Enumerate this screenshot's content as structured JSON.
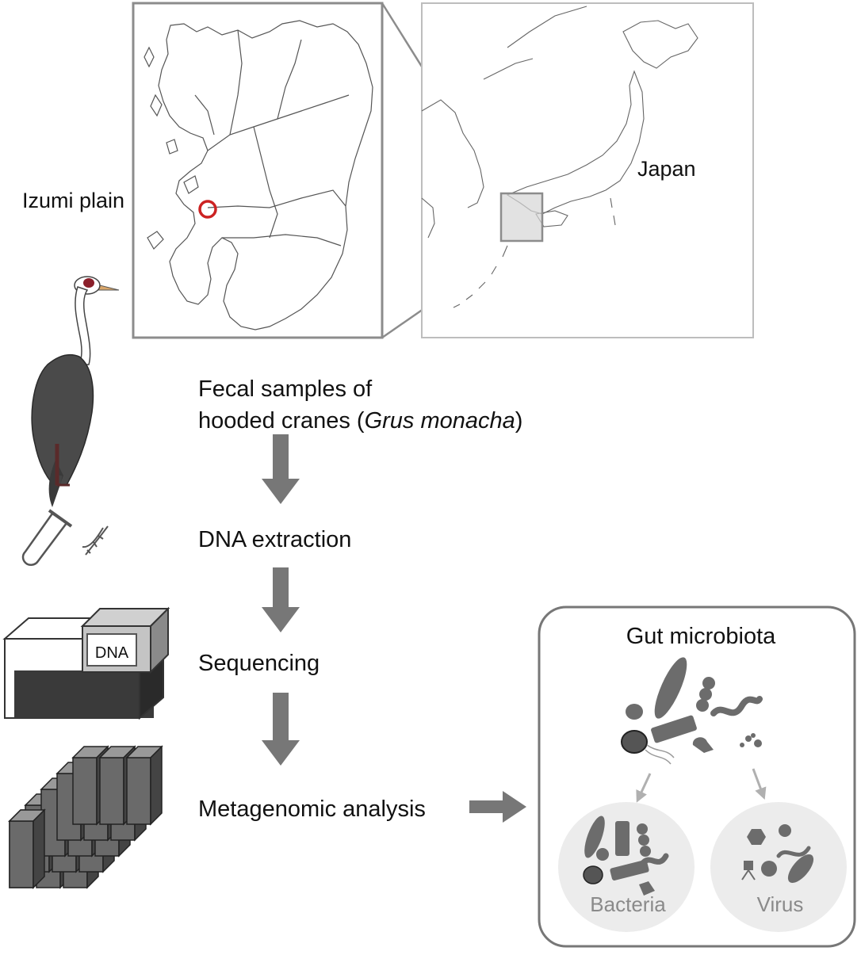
{
  "maps": {
    "inset_label": "Izumi plain",
    "country_label": "Japan"
  },
  "steps": [
    {
      "label": "Fecal samples of"
    },
    {
      "label_prefix": "hooded cranes (",
      "label_italic": "Grus monacha",
      "label_suffix": ")"
    },
    {
      "label": "DNA extraction"
    },
    {
      "label": "Sequencing"
    },
    {
      "label": "Metagenomic analysis"
    }
  ],
  "sequencer": {
    "screen_label": "DNA"
  },
  "microbiota": {
    "title": "Gut microbiota",
    "groups": [
      "Bacteria",
      "Virus"
    ]
  },
  "colors": {
    "arrow": "#777777",
    "outline": "#888888",
    "highlight": "#cc2222",
    "dark_fill": "#3a3a3a",
    "light_group": "#ececec",
    "group_text": "#8a8a8a"
  }
}
